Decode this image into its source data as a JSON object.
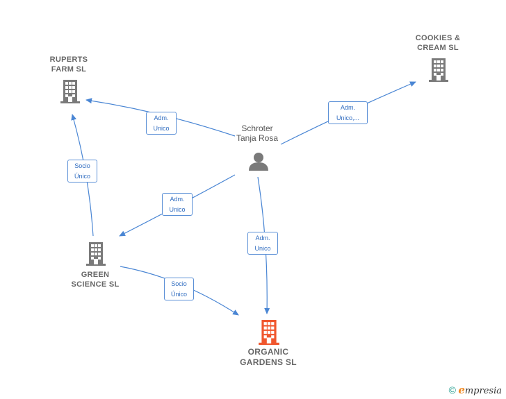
{
  "colors": {
    "edge": "#4a86d4",
    "building": "#7a7a7a",
    "building_main": "#f0572e",
    "person": "#7a7a7a"
  },
  "nodes": {
    "ruperts": {
      "label": "RUPERTS\nFARM  SL"
    },
    "cookies": {
      "label": "COOKIES &\nCREAM  SL"
    },
    "green": {
      "label": "GREEN\nSCIENCE  SL"
    },
    "organic": {
      "label": "ORGANIC\nGARDENS  SL"
    },
    "person": {
      "label": "Schroter\nTanja Rosa"
    }
  },
  "edges": {
    "person_ruperts": "Adm.\nUnico",
    "person_cookies": "Adm.\nUnico,...",
    "green_ruperts": "Socio\nÚnico",
    "person_green": "Adm.\nUnico",
    "person_organic": "Adm.\nUnico",
    "green_organic": "Socio\nÚnico"
  },
  "footer": {
    "copyright": "©",
    "brand_initial": "e",
    "brand_rest": "mpresia"
  }
}
